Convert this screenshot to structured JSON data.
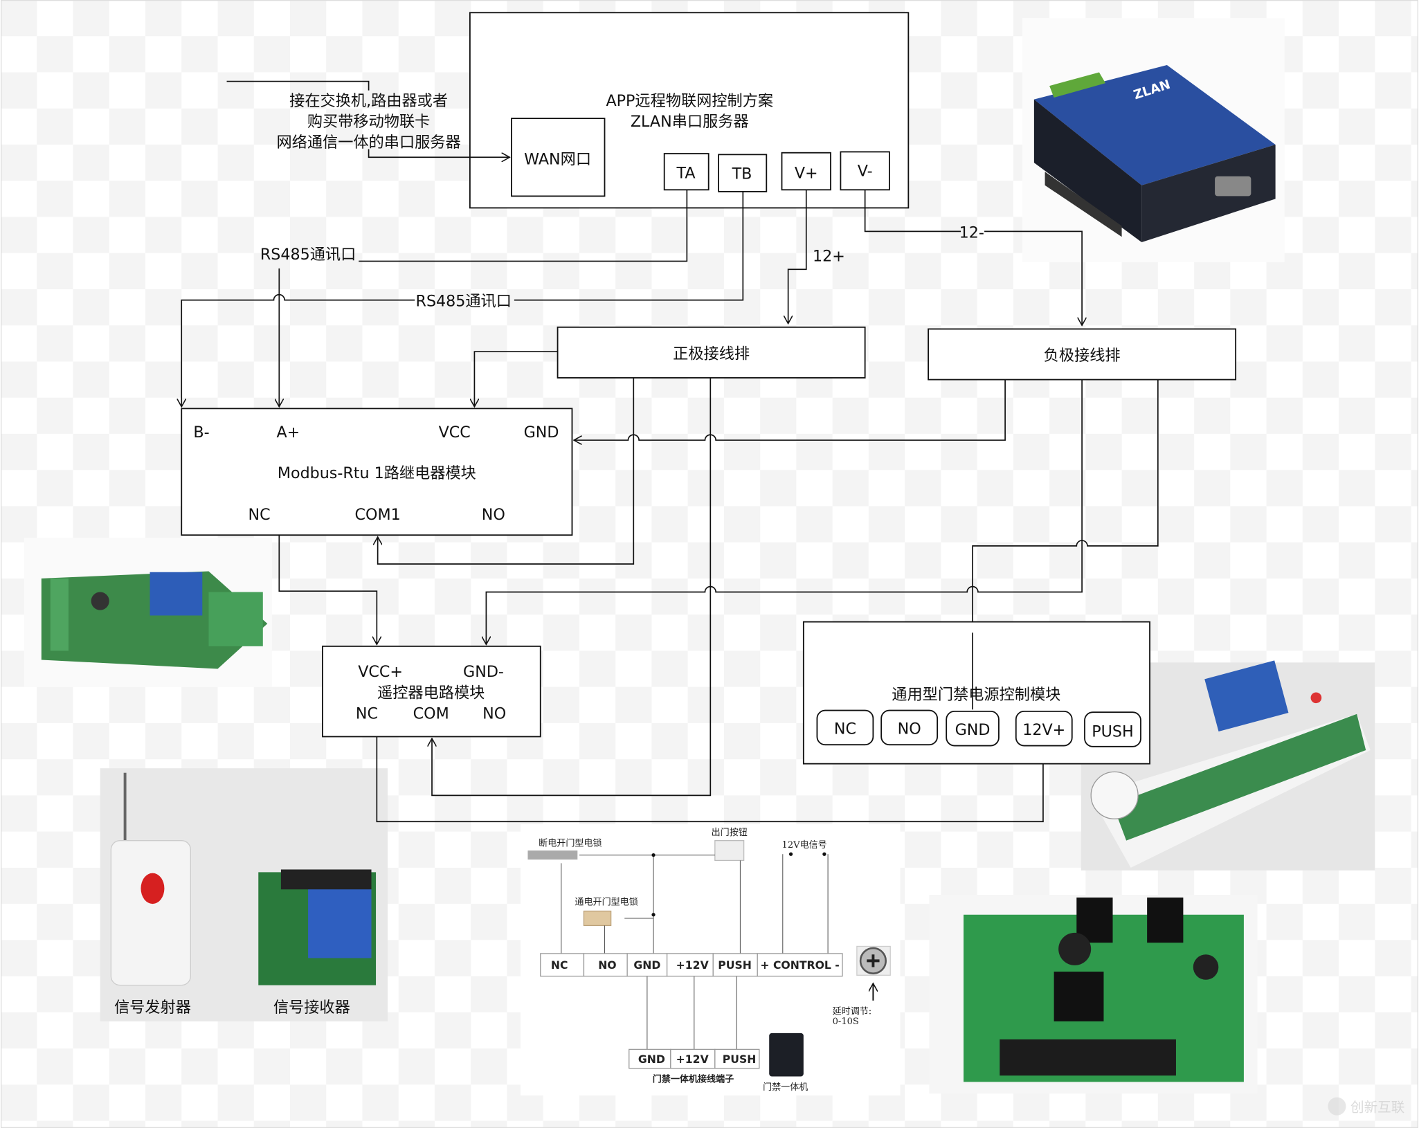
{
  "server": {
    "title_line1": "APP远程物联网控制方案",
    "title_line2": "ZLAN串口服务器",
    "wan": "WAN网口",
    "ports": [
      "TA",
      "TB",
      "V+",
      "V-"
    ]
  },
  "note": {
    "lines": [
      "接在交换机,路由器或者",
      "购买带移动物联卡",
      "网络通信一体的串口服务器"
    ]
  },
  "wire_labels": {
    "rs485_a": "RS485通讯口",
    "rs485_b": "RS485通讯口",
    "plus12": "12+",
    "minus12": "12-"
  },
  "positive_bus": "正极接线排",
  "negative_bus": "负极接线排",
  "modbus": {
    "title": "Modbus-Rtu 1路继电器模块",
    "top_pins": [
      "B-",
      "A+",
      "VCC",
      "GND"
    ],
    "bottom_pins": [
      "NC",
      "COM1",
      "NO"
    ]
  },
  "remote_module": {
    "top_pins": [
      "VCC+",
      "GND-"
    ],
    "title": "遥控器电路模块",
    "bottom_pins": [
      "NC",
      "COM",
      "NO"
    ]
  },
  "door_module": {
    "title": "通用型门禁电源控制模块",
    "pins": [
      "NC",
      "NO",
      "GND",
      "12V+",
      "PUSH"
    ]
  },
  "photos": {
    "transmitter_label": "信号发射器",
    "receiver_label": "信号接收器",
    "zlan_brand": "ZLAN"
  },
  "wiring_ref": {
    "lock_nc": "断电开门型电锁",
    "exit_button": "出门按钮",
    "signal_12v": "12V电信号",
    "lock_no": "通电开门型电锁",
    "terminals": [
      "NC",
      "NO",
      "GND",
      "+12V",
      "PUSH",
      "+ CONTROL -"
    ],
    "delay_line1": "延时调节:",
    "delay_line2": "0-10S",
    "reader_terminals": [
      "GND",
      "+12V",
      "PUSH"
    ],
    "reader_terminal_caption": "门禁一体机接线端子",
    "reader_caption": "门禁一体机"
  },
  "watermark": "创新互联"
}
